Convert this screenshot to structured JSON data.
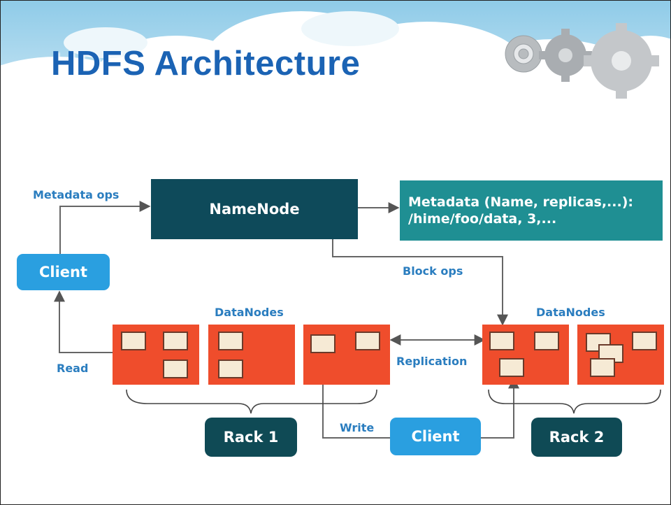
{
  "title": "HDFS Architecture",
  "colors": {
    "title": "#1b63b4",
    "namenode": "#0e4a5a",
    "metadata": "#1f8f93",
    "client": "#2a9fe0",
    "rack": "#0f4a55",
    "datanode": "#ef4d2c",
    "block": "#f6ead5",
    "label": "#2a7dbf",
    "arrow": "#555555"
  },
  "labels": {
    "metadata_ops": "Metadata ops",
    "block_ops": "Block ops",
    "datanodes_left": "DataNodes",
    "datanodes_right": "DataNodes",
    "read": "Read",
    "write": "Write",
    "replication": "Replication"
  },
  "boxes": {
    "namenode": "NameNode",
    "metadata_line1": "Metadata (Name, replicas,...):",
    "metadata_line2": "/hime/foo/data, 3,...",
    "client_left": "Client",
    "client_bottom": "Client",
    "rack1": "Rack 1",
    "rack2": "Rack 2"
  },
  "icons": [
    "gears-icon"
  ]
}
